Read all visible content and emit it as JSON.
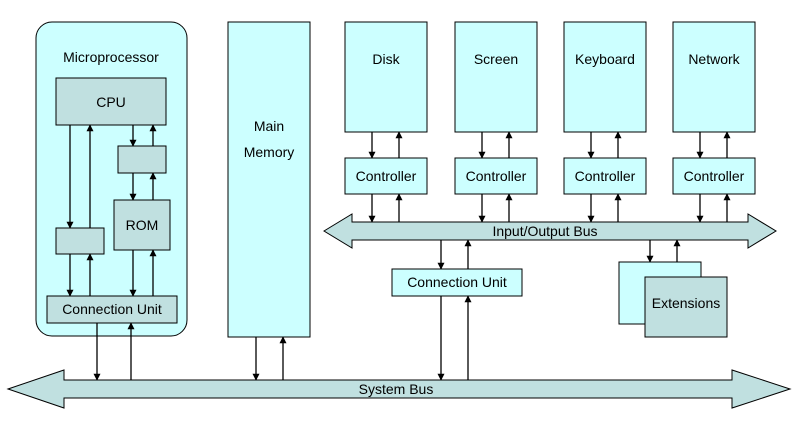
{
  "colors": {
    "box_fill": "#ccffff",
    "box_dark_fill": "#c0e0e0",
    "bus_fill": "#c0e0e0",
    "stroke": "#000000"
  },
  "microprocessor": {
    "title": "Microprocessor",
    "cpu": "CPU",
    "rom": "ROM",
    "connection_unit": "Connection Unit"
  },
  "main_memory": {
    "line1": "Main",
    "line2": "Memory"
  },
  "devices": [
    {
      "name": "Disk",
      "controller": "Controller"
    },
    {
      "name": "Screen",
      "controller": "Controller"
    },
    {
      "name": "Keyboard",
      "controller": "Controller"
    },
    {
      "name": "Network",
      "controller": "Controller"
    }
  ],
  "io_bus": "Input/Output Bus",
  "connection_unit": "Connection Unit",
  "extensions": "Extensions",
  "system_bus": "System Bus"
}
